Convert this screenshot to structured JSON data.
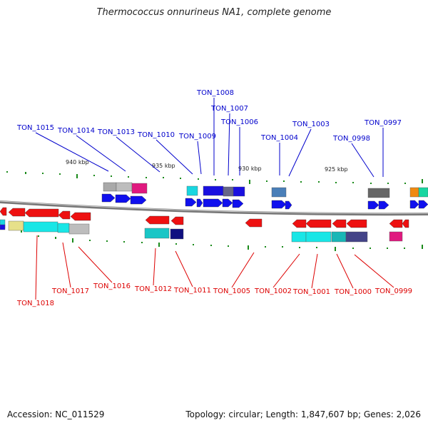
{
  "title": "Thermococcus onnurineus NA1, complete genome",
  "accession_text": "Accession: NC_011529",
  "topology_text": "Topology: circular; Length: 1,847,607 bp; Genes: 2,026",
  "colors": {
    "forward_label": "#0000cc",
    "reverse_label": "#dd0000",
    "forward_arrow": "#1010ee",
    "reverse_arrow": "#ee1111",
    "tick": "#1a8a1a",
    "backbone": "#777777"
  },
  "scale_labels": [
    "940 kbp",
    "935 kbp",
    "930 kbp",
    "925 kbp"
  ],
  "forward_genes": [
    "TON_1015",
    "TON_1014",
    "TON_1013",
    "TON_1010",
    "TON_1009",
    "TON_1008",
    "TON_1007",
    "TON_1006",
    "TON_1004",
    "TON_1003",
    "TON_0998",
    "TON_0997"
  ],
  "reverse_genes": [
    "TON_1018",
    "TON_1017",
    "TON_1016",
    "TON_1012",
    "TON_1011",
    "TON_1005",
    "TON_1002",
    "TON_1001",
    "TON_1000",
    "TON_0999"
  ]
}
